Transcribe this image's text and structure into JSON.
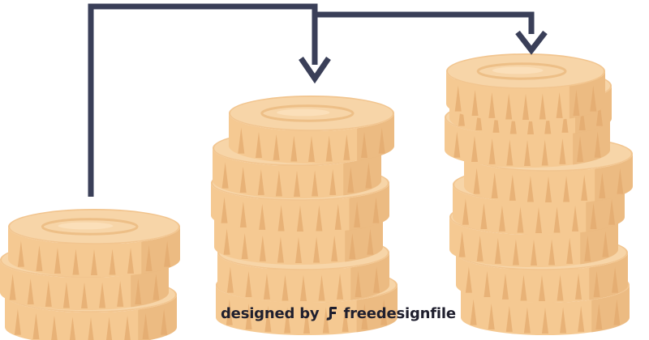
{
  "illustration": {
    "colors": {
      "background": "#ffffff",
      "coin_fill": "#f2c58f",
      "coin_side": "#f5c992",
      "coin_shadow": "#e3aa6e",
      "coin_highlight": "#fbe1bd",
      "coin_top_ring": "#e8b579",
      "arrow": "#3a3f58"
    },
    "stacks": [
      {
        "name": "short-stack",
        "coin_count": 3
      },
      {
        "name": "medium-stack",
        "coin_count": 6
      },
      {
        "name": "tall-stack",
        "coin_count": 8
      }
    ],
    "arrows": [
      {
        "from": "short-stack",
        "to": "medium-stack",
        "icon": "arrow-down-icon"
      },
      {
        "from": "short-stack",
        "to": "tall-stack",
        "icon": "arrow-down-icon"
      }
    ]
  },
  "credit": {
    "prefix": "designed by",
    "brand": "freedesignfile",
    "icon": "freedesignfile-logo-icon"
  }
}
